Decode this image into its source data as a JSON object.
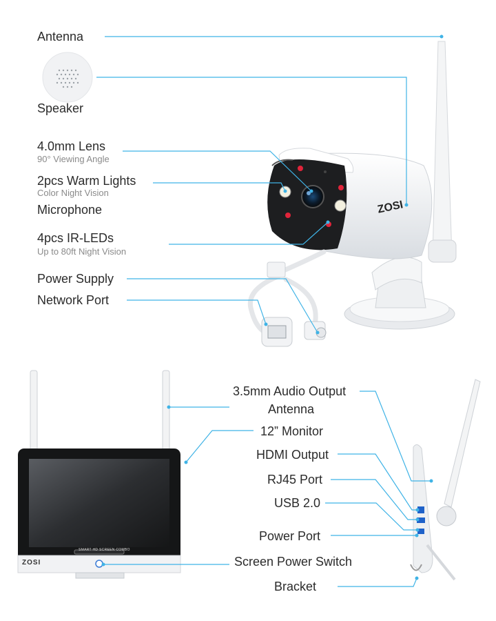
{
  "camera": {
    "antenna": "Antenna",
    "speaker": "Speaker",
    "lens": "4.0mm Lens",
    "lens_sub": "90° Viewing Angle",
    "warm_lights": "2pcs Warm Lights",
    "warm_lights_sub": "Color Night Vision",
    "microphone": "Microphone",
    "ir_leds": "4pcs IR-LEDs",
    "ir_leds_sub": "Up to 80ft Night Vision",
    "power_supply": "Power Supply",
    "network_port": "Network Port",
    "brand": "ZOSI"
  },
  "monitor": {
    "audio_output": "3.5mm Audio Output",
    "antenna": "Antenna",
    "monitor": "12” Monitor",
    "hdmi_output": "HDMI Output",
    "rj45_port": "RJ45 Port",
    "usb": "USB 2.0",
    "power_port": "Power Port",
    "screen_power_switch": "Screen Power Switch",
    "bracket": "Bracket",
    "brand": "ZOSI",
    "bezel_text": "SMART HD SCREEN COMBO"
  },
  "colors": {
    "leader_line": "#3fb3e6",
    "ir_led": "#e0243a",
    "warm_light": "#f3f0e0"
  }
}
